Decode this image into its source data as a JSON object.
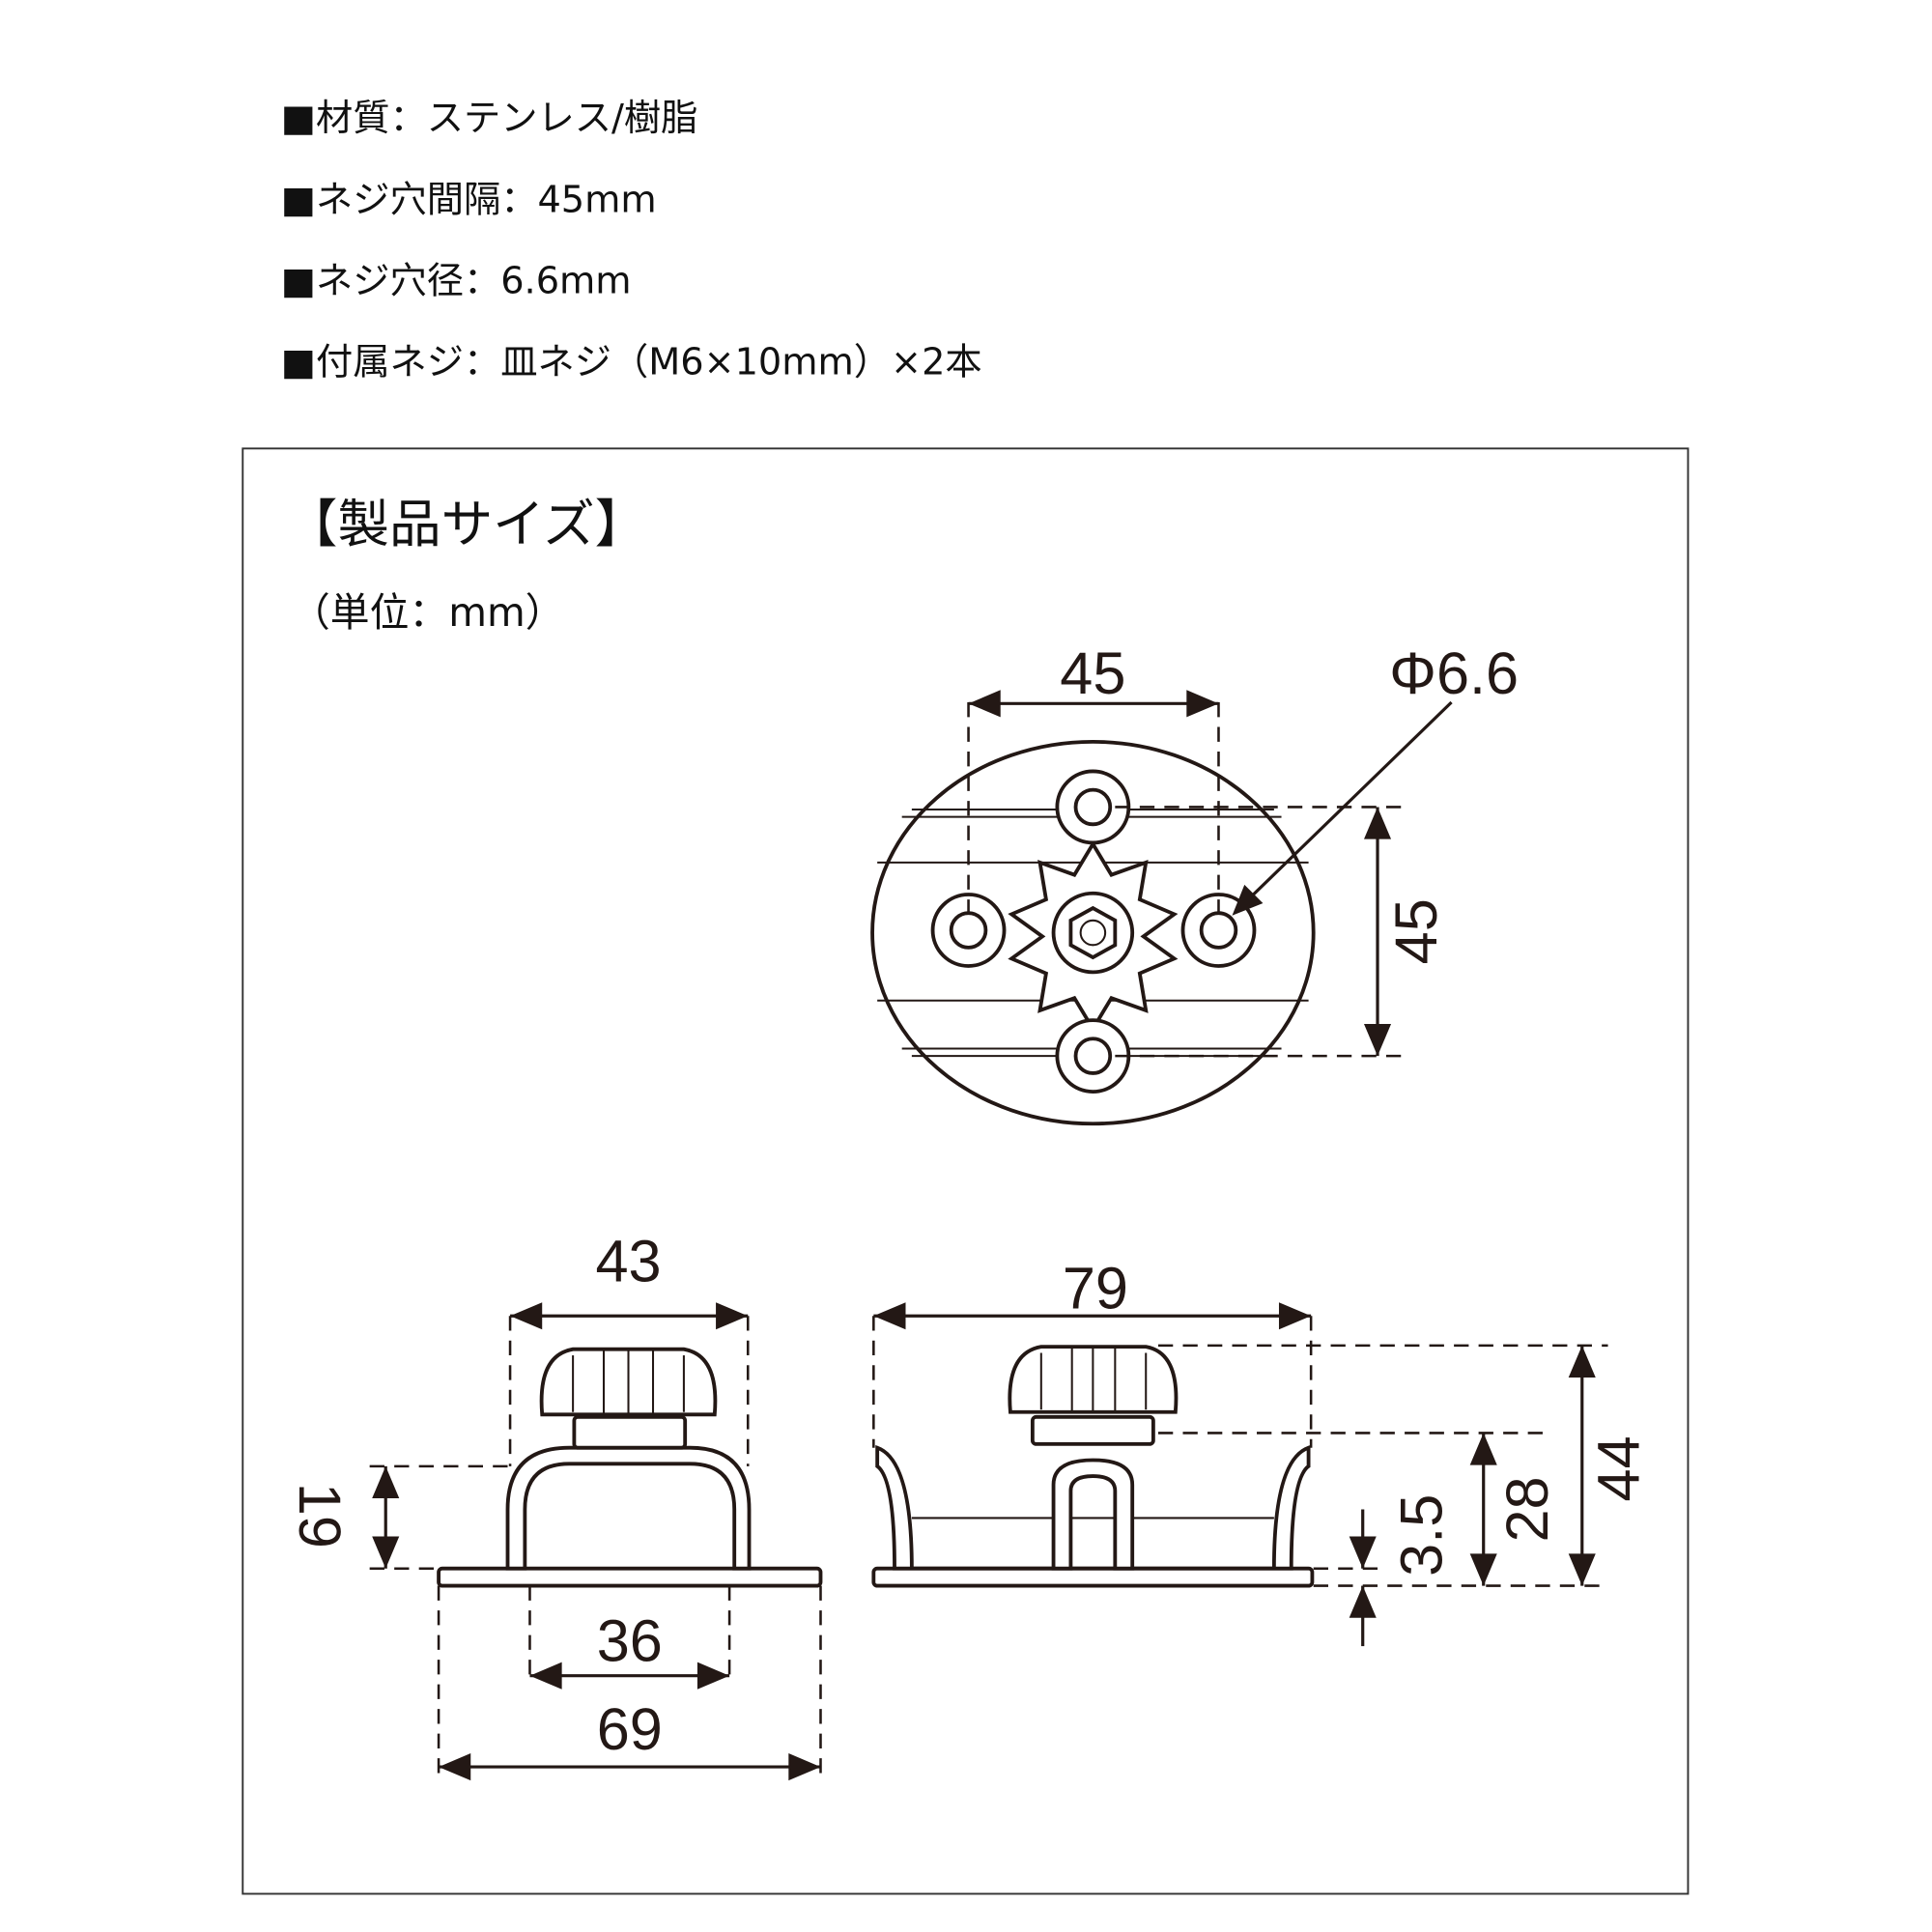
{
  "specs": [
    "■材質：ステンレス/樹脂",
    "■ネジ穴間隔：45mm",
    "■ネジ穴径：6.6mm",
    "■付属ネジ：皿ネジ（M6×10mm）×2本"
  ],
  "diagram": {
    "title": "【製品サイズ】",
    "unit": "（単位：mm）",
    "top_view": {
      "width": "45",
      "height": "45",
      "hole_diameter": "Φ6.6"
    },
    "side_view": {
      "top_width": "43",
      "height": "19",
      "inner_width": "36",
      "base_width": "69"
    },
    "front_view": {
      "width": "79",
      "total_height": "44",
      "body_height": "28",
      "base_thickness": "3.5"
    }
  }
}
